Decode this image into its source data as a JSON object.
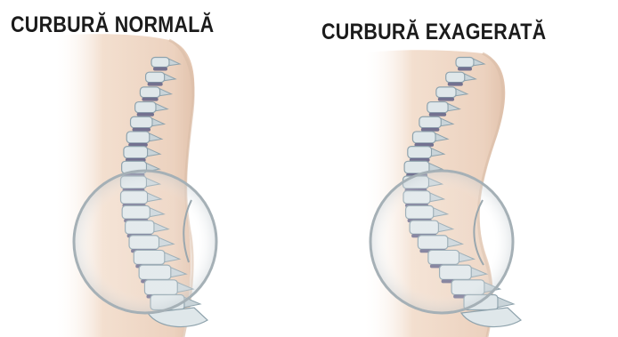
{
  "panels": [
    {
      "title": "CURBURĂ NORMALĂ"
    },
    {
      "title": "CURBURĂ EXAGERATĂ"
    }
  ],
  "colors": {
    "skin": "#f3dfcf",
    "skin_shadow": "#e6c9b3",
    "bone": "#dfe7ea",
    "bone_shadow": "#8fa3ad",
    "disc": "#5e5f86",
    "lens_ring": "#a5b0b6",
    "title_text": "#1b1b1b"
  },
  "icons": [
    "spine-normal-illustration",
    "spine-exaggerated-illustration",
    "magnifier-circle-icon"
  ]
}
